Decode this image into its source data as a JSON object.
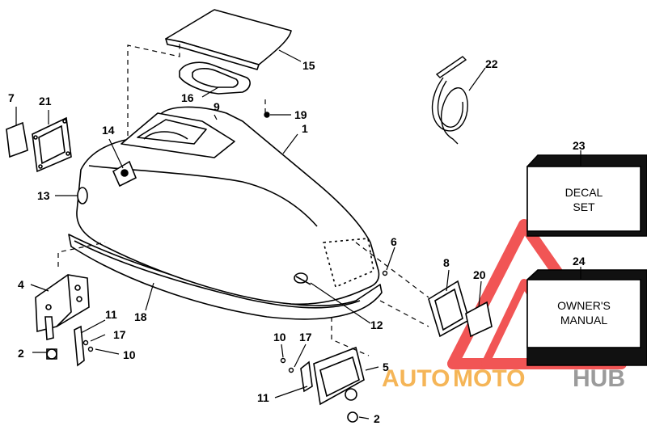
{
  "colors": {
    "line": "#000000",
    "background": "#ffffff",
    "watermark_red": "#ee2b2b",
    "watermark_orange": "#f4a93a",
    "watermark_gray": "#8a8a8a"
  },
  "callouts": [
    "1",
    "2",
    "2",
    "4",
    "5",
    "6",
    "7",
    "8",
    "9",
    "10",
    "10",
    "11",
    "11",
    "12",
    "13",
    "14",
    "15",
    "16",
    "17",
    "17",
    "18",
    "19",
    "20",
    "21",
    "22",
    "23",
    "24"
  ],
  "boxes": {
    "decal_line1": "DECAL",
    "decal_line2": "SET",
    "manual_line1": "OWNER'S",
    "manual_line2": "MANUAL"
  },
  "watermark": {
    "part1": "AUTO",
    "part2": "MOTO",
    "part3": "HUB",
    "logo": "triangle-logo"
  }
}
